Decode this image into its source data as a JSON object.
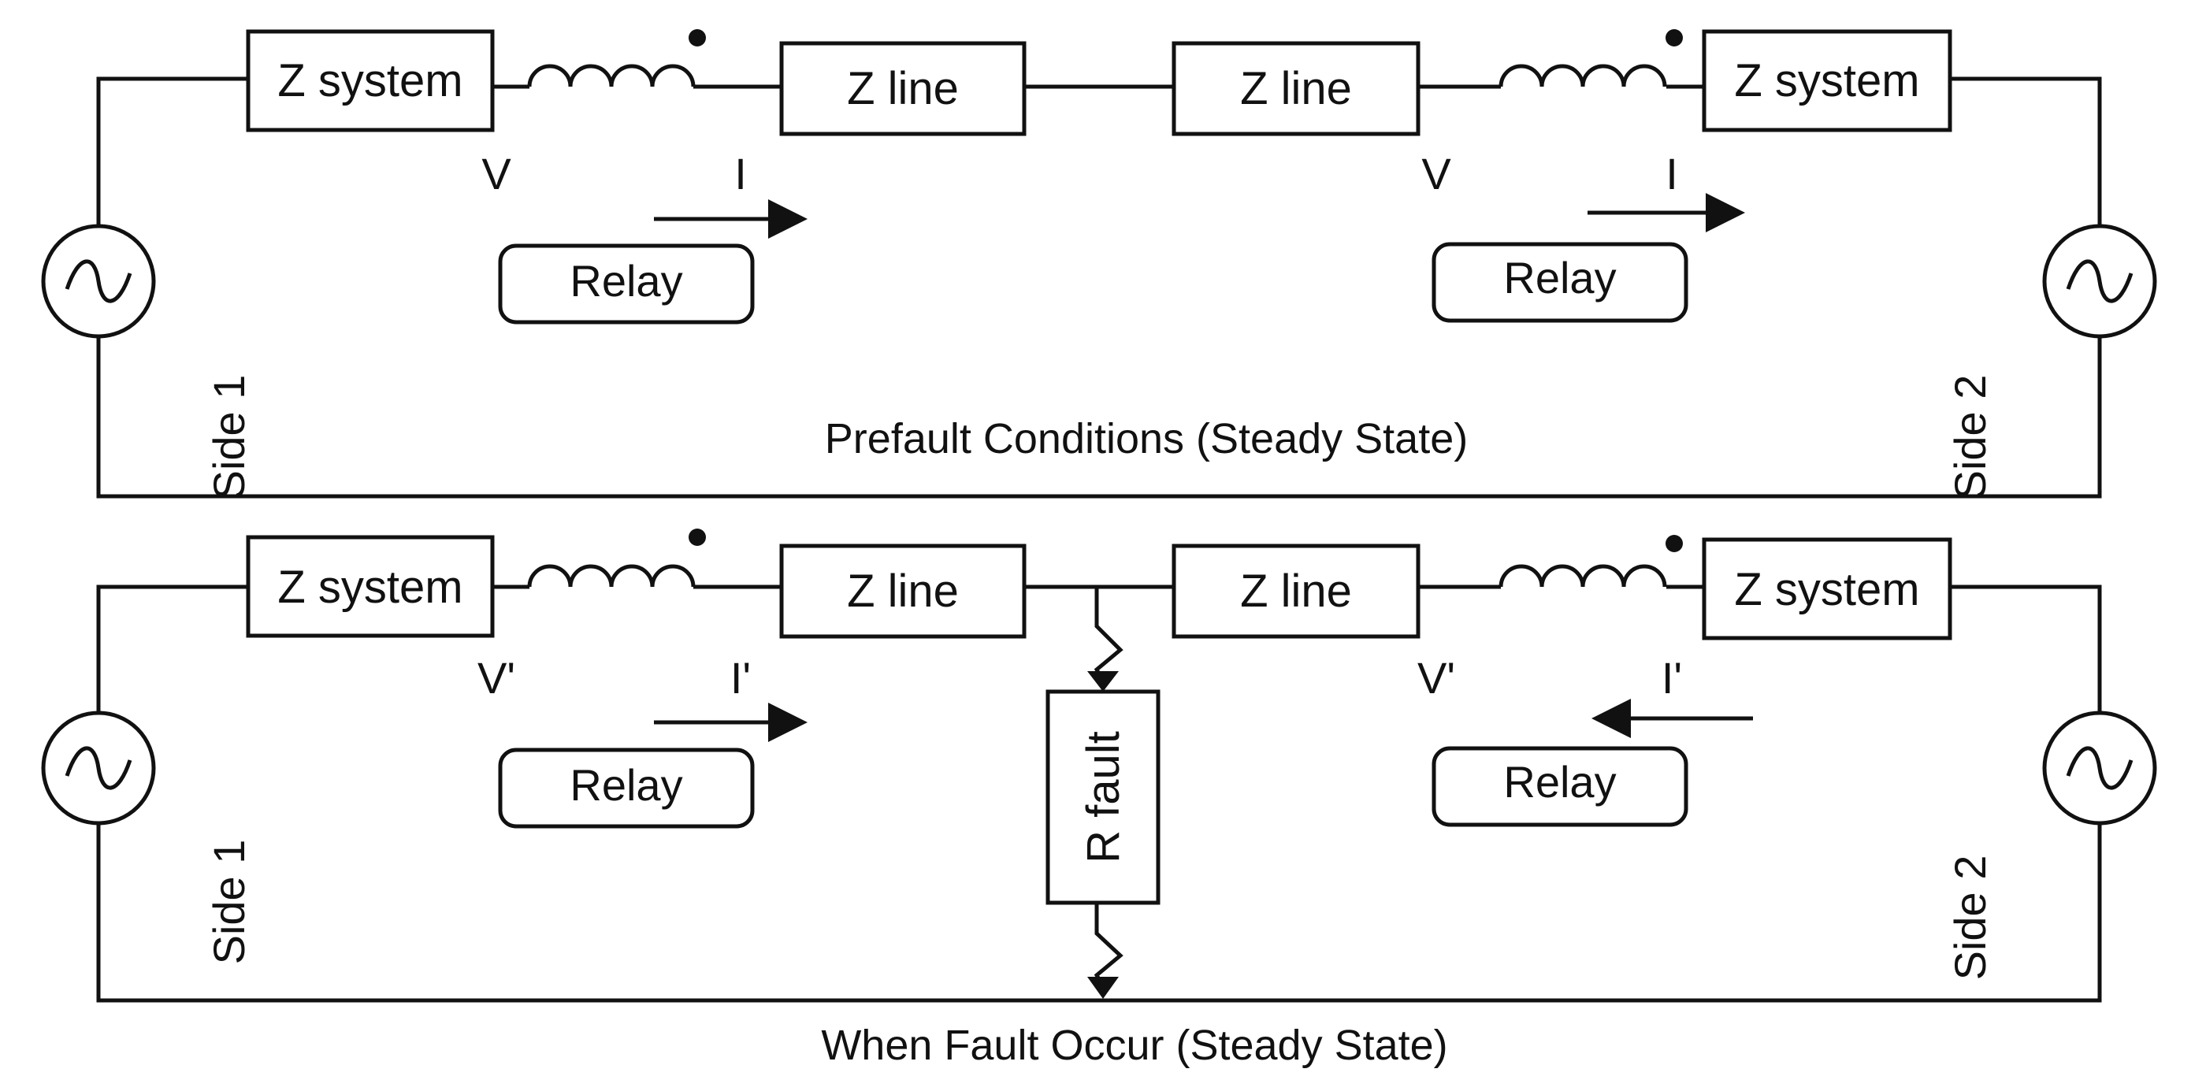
{
  "panels": [
    {
      "caption": "Prefault Conditions (Steady State)",
      "left": {
        "system_label": "Z system",
        "line_label": "Z line",
        "voltage_label": "V",
        "current_label": "I",
        "relay_label": "Relay",
        "side_label": "Side 1",
        "current_direction": "right"
      },
      "right": {
        "system_label": "Z system",
        "line_label": "Z line",
        "voltage_label": "V",
        "current_label": "I",
        "relay_label": "Relay",
        "side_label": "Side 2",
        "current_direction": "right"
      },
      "fault": null
    },
    {
      "caption": "When Fault Occur (Steady State)",
      "left": {
        "system_label": "Z system",
        "line_label": "Z line",
        "voltage_label": "V'",
        "current_label": "I'",
        "relay_label": "Relay",
        "side_label": "Side 1",
        "current_direction": "right"
      },
      "right": {
        "system_label": "Z system",
        "line_label": "Z line",
        "voltage_label": "V'",
        "current_label": "I'",
        "relay_label": "Relay",
        "side_label": "Side 2",
        "current_direction": "left"
      },
      "fault": {
        "label": "R fault"
      }
    }
  ],
  "colors": {
    "line": "#111111",
    "background": "#ffffff"
  },
  "icons": {
    "source": "ac-source-icon",
    "inductor": "inductor-icon",
    "arrow": "current-arrow-icon",
    "fault": "lightning-fault-icon"
  }
}
